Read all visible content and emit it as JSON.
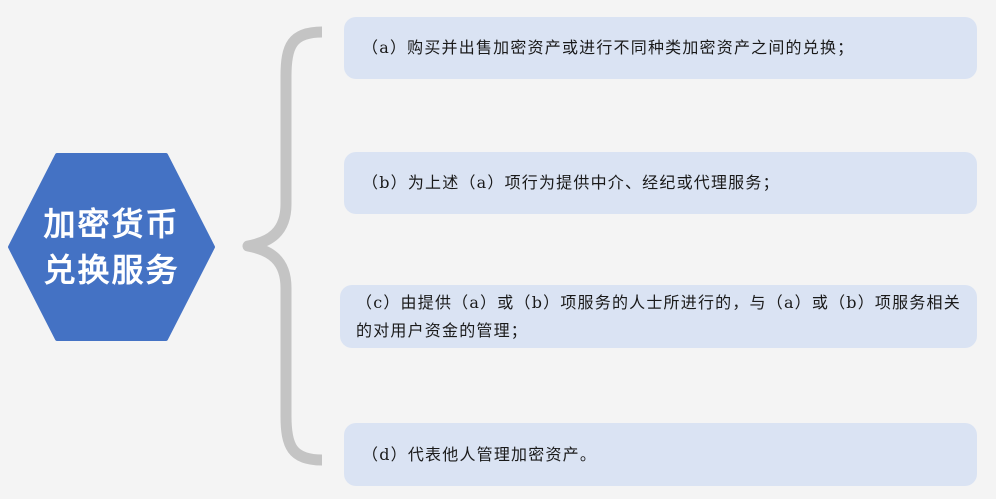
{
  "central": {
    "line1": "加密货币",
    "line2": "兑换服务"
  },
  "items": [
    {
      "text": "（a）购买并出售加密资产或进行不同种类加密资产之间的兑换；"
    },
    {
      "text": "（b）为上述（a）项行为提供中介、经纪或代理服务；"
    },
    {
      "text": "（c）由提供（a）或（b）项服务的人士所进行的，与（a）或（b）项服务相关的对用户资金的管理；"
    },
    {
      "text": "（d）代表他人管理加密资产。"
    }
  ],
  "colors": {
    "hexagon_fill": "#4472c4",
    "box_fill": "#dae3f3",
    "brace_stroke": "#c4c4c4",
    "background": "#f4f4f4"
  }
}
